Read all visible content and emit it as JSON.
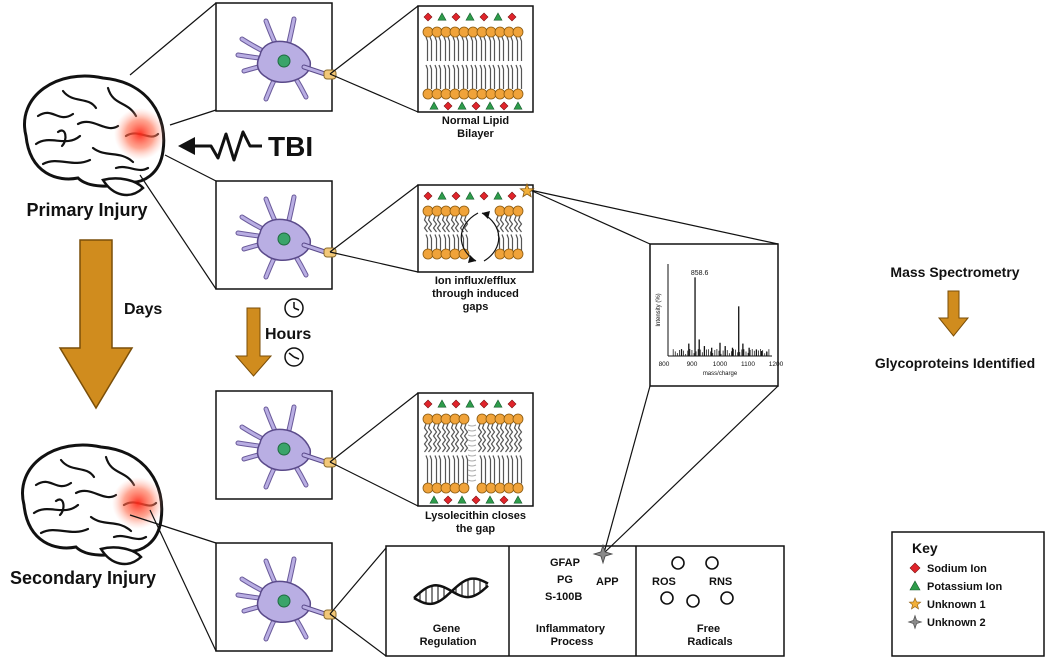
{
  "labels": {
    "tbi": "TBI",
    "primary_injury": "Primary Injury",
    "secondary_injury": "Secondary Injury",
    "days": "Days",
    "hours": "Hours",
    "normal_bilayer": [
      "Normal Lipid",
      "Bilayer"
    ],
    "ion_flux": [
      "Ion influx/efflux",
      "through induced",
      "gaps"
    ],
    "lysolecithin": [
      "Lysolecithin closes",
      "the gap"
    ],
    "mass_spec": "Mass Spectrometry",
    "glycoproteins": "Glycoproteins Identified",
    "gene_regulation": [
      "Gene",
      "Regulation"
    ],
    "inflammatory": [
      "Inflammatory",
      "Process"
    ],
    "free_radicals": [
      "Free",
      "Radicals"
    ],
    "markers": {
      "gfap": "GFAP",
      "pg": "PG",
      "s100b": "S-100B",
      "app": "APP"
    },
    "ros": "ROS",
    "rns": "RNS"
  },
  "spectrum": {
    "peak_label": "858.6",
    "ylabel": "Intensity (%)",
    "xlabel": "mass/charge",
    "xticks": [
      "800",
      "900",
      "1000",
      "1100",
      "1200"
    ]
  },
  "key": {
    "title": "Key",
    "items": [
      {
        "label": "Sodium Ion",
        "symbol": "diamond",
        "color": "#e0242b"
      },
      {
        "label": "Potassium Ion",
        "symbol": "triangle",
        "color": "#2e9c4b"
      },
      {
        "label": "Unknown 1",
        "symbol": "star",
        "color": "#f2b03a"
      },
      {
        "label": "Unknown 2",
        "symbol": "star4",
        "color": "#8a8a8a"
      }
    ]
  },
  "colors": {
    "arrow": "#d08c1e",
    "neuron": "#b9aee3",
    "nucleus": "#3aa46a",
    "lipid_head": "#f0a33a",
    "injury": "#ff3b2f"
  }
}
